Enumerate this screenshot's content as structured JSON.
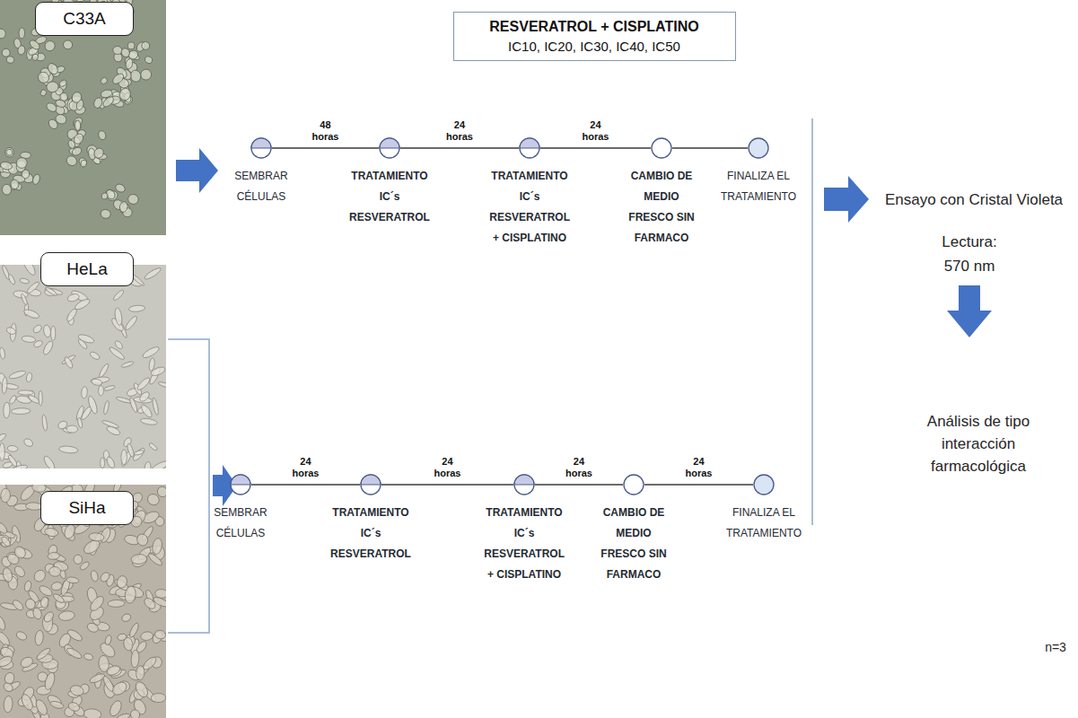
{
  "diagram": {
    "nodes": [
      {
        "text": [
          "C33A"
        ]
      },
      {
        "text": [
          "HeLa"
        ]
      },
      {
        "text": [
          "SiHa"
        ]
      },
      {
        "text": [
          "RESVERATROL + CISPLATINO",
          "IC10, IC20, IC30, IC40, IC50"
        ]
      },
      {
        "text": [
          "SEMBRAR CÉLULAS"
        ]
      },
      {
        "text": [
          "TRATAMIENTO IC´s RESVERATROL"
        ]
      },
      {
        "text": [
          "TRATAMIENTO IC´s RESVERATROL + CISPLATINO"
        ]
      },
      {
        "text": [
          "CAMBIO DE MEDIO FRESCO SIN FARMACO"
        ]
      },
      {
        "text": [
          "FINALIZA EL TRATAMIENTO"
        ]
      },
      {
        "text": [
          "SEMBRAR CÉLULAS"
        ]
      },
      {
        "text": [
          "TRATAMIENTO IC´s RESVERATROL"
        ]
      },
      {
        "text": [
          "TRATAMIENTO IC´s RESVERATROL + CISPLATINO"
        ]
      },
      {
        "text": [
          "CAMBIO DE MEDIO FRESCO SIN FARMACO"
        ]
      },
      {
        "text": [
          "FINALIZA EL TRATAMIENTO"
        ]
      }
    ],
    "edges": [
      {
        "from": 4,
        "to": 5,
        "label": "48 horas",
        "arrow": "none"
      },
      {
        "from": 5,
        "to": 6,
        "label": "24 horas",
        "arrow": "none"
      },
      {
        "from": 6,
        "to": 7,
        "label": "24 horas",
        "arrow": "none"
      },
      {
        "from": 7,
        "to": 8,
        "arrow": "none"
      },
      {
        "from": 9,
        "to": 10,
        "label": "24 horas",
        "arrow": "none"
      },
      {
        "from": 10,
        "to": 11,
        "label": "24 horas",
        "arrow": "none"
      },
      {
        "from": 11,
        "to": 12,
        "label": "24 horas",
        "arrow": "none"
      },
      {
        "from": 12,
        "to": 13,
        "label": "24 horas",
        "arrow": "none"
      }
    ],
    "labels": [
      "Ensayo con Cristal Violeta",
      "Lectura: 570 nm",
      "Análisis de tipo interacción farmacológica",
      "n=3"
    ]
  }
}
